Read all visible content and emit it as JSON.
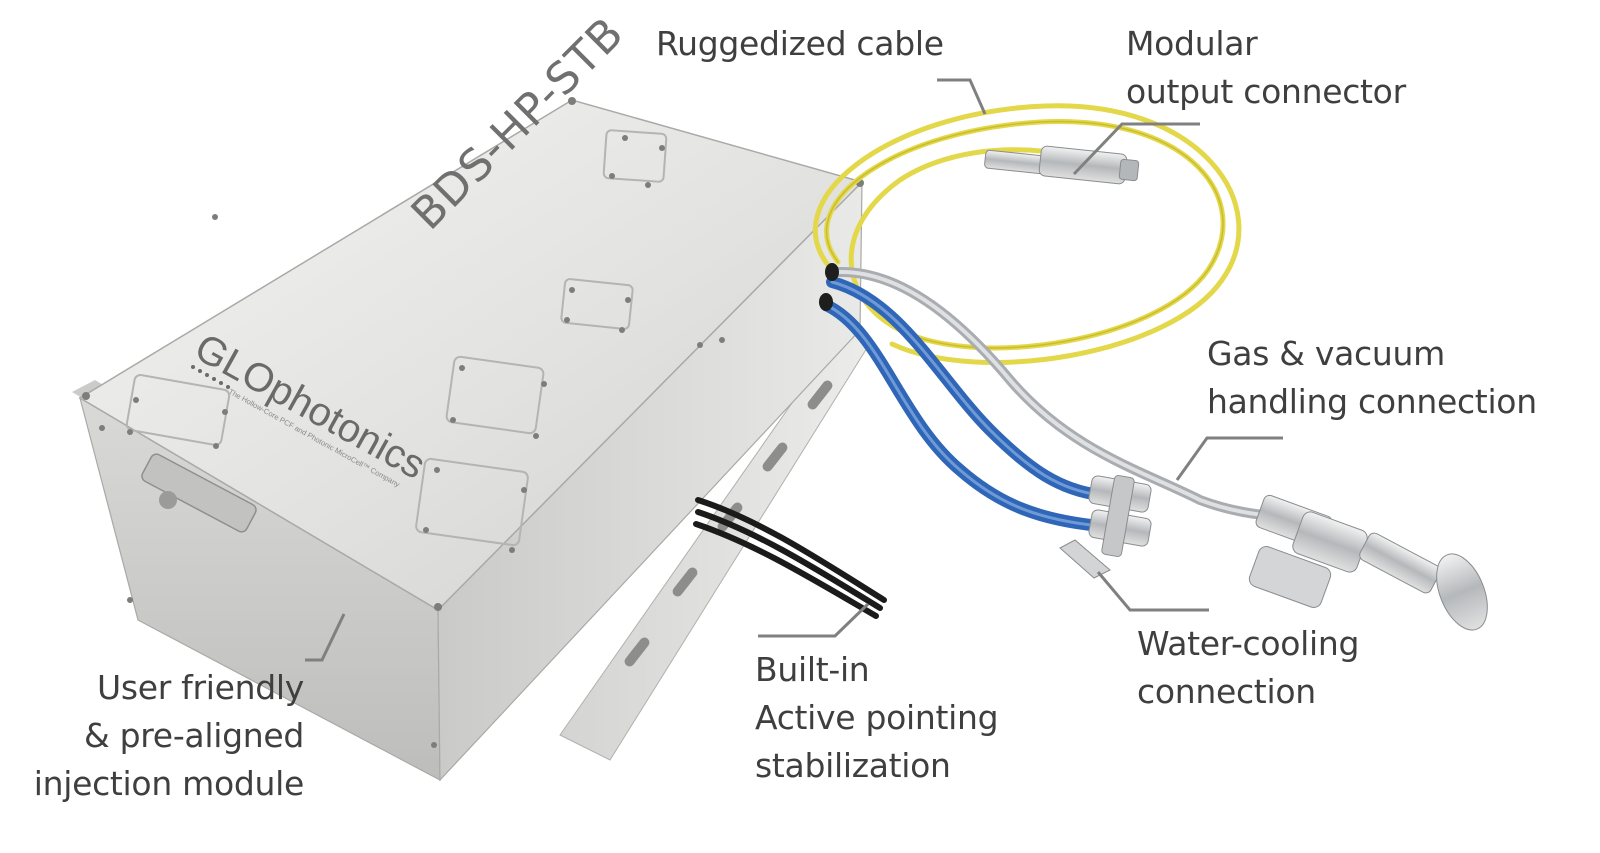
{
  "device": {
    "model_label": "BDS-HP-STB",
    "logo_text": "GLOphotonics",
    "logo_tagline": "The Hollow-Core PCF and Photonic MicroCell™ Company"
  },
  "callouts": {
    "ruggedized_cable": [
      "Ruggedized cable"
    ],
    "output_connector": [
      "Modular",
      "output connector"
    ],
    "gas_vacuum": [
      "Gas & vacuum",
      "handling connection"
    ],
    "water_cooling": [
      "Water-cooling",
      "connection"
    ],
    "pointing_stabilization": [
      "Built-in",
      "Active pointing",
      "stabilization"
    ],
    "injection_module": [
      "User friendly",
      "& pre-aligned",
      "injection module"
    ]
  },
  "colors": {
    "text": "#3f3f3f",
    "leader": "#808080",
    "fiber_cable": "#e3d84a",
    "water_hose": "#2f66b8",
    "gas_tube": "#b9bcc0",
    "housing": "#e4e4e2"
  }
}
